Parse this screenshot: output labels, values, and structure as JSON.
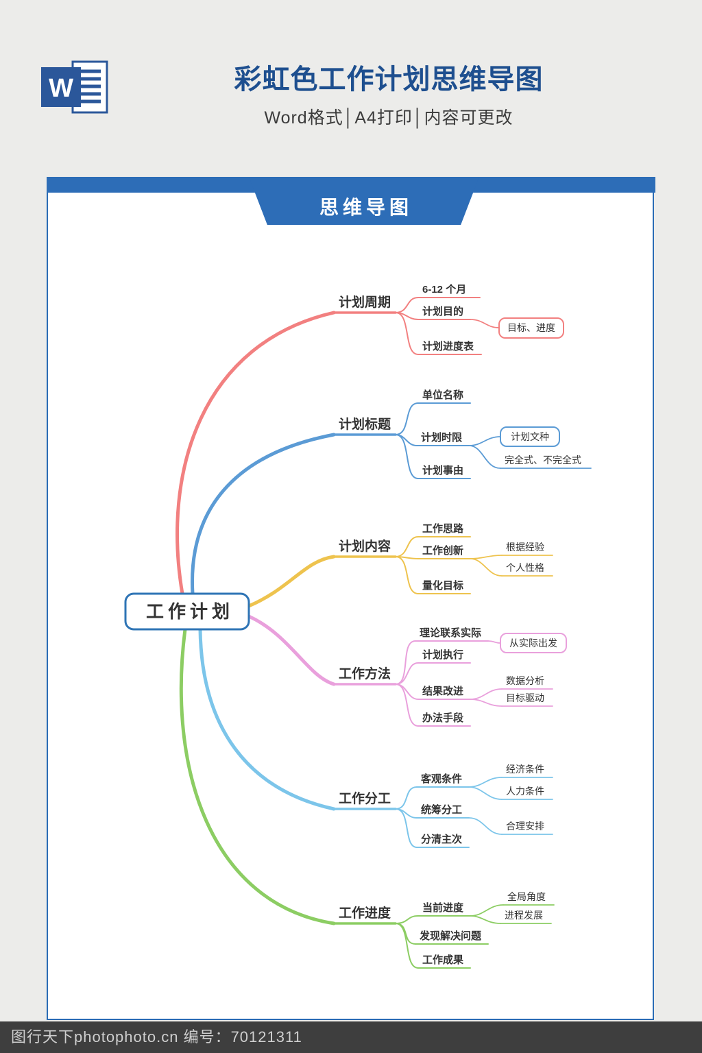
{
  "header": {
    "title": "彩虹色工作计划思维导图",
    "subtitle": "Word格式│A4打印│内容可更改",
    "logo_letter": "W"
  },
  "banner": {
    "label": "思维导图"
  },
  "mindmap": {
    "root_label": "工作计划",
    "branches": [
      {
        "label": "计划周期",
        "color": "#f28080",
        "children": [
          {
            "label": "6-12 个月"
          },
          {
            "label": "计划目的",
            "children": [
              {
                "label": "目标、进度"
              }
            ]
          },
          {
            "label": "计划进度表"
          }
        ]
      },
      {
        "label": "计划标题",
        "color": "#5b9bd5",
        "children": [
          {
            "label": "单位名称"
          },
          {
            "label": "计划时限",
            "children": [
              {
                "label": "计划文种"
              },
              {
                "label": "完全式、不完全式"
              }
            ]
          },
          {
            "label": "计划事由"
          }
        ]
      },
      {
        "label": "计划内容",
        "color": "#eec34e",
        "children": [
          {
            "label": "工作思路"
          },
          {
            "label": "工作创新",
            "children": [
              {
                "label": "根据经验"
              },
              {
                "label": "个人性格"
              }
            ]
          },
          {
            "label": "量化目标"
          }
        ]
      },
      {
        "label": "工作方法",
        "color": "#e9a0dc",
        "children": [
          {
            "label": "理论联系实际",
            "children": [
              {
                "label": "从实际出发"
              }
            ]
          },
          {
            "label": "计划执行"
          },
          {
            "label": "结果改进",
            "children": [
              {
                "label": "数据分析"
              },
              {
                "label": "目标驱动"
              }
            ]
          },
          {
            "label": "办法手段"
          }
        ]
      },
      {
        "label": "工作分工",
        "color": "#7cc5ea",
        "children": [
          {
            "label": "客观条件",
            "children": [
              {
                "label": "经济条件"
              },
              {
                "label": "人力条件"
              }
            ]
          },
          {
            "label": "统筹分工",
            "children": [
              {
                "label": "合理安排"
              }
            ]
          },
          {
            "label": "分清主次"
          }
        ]
      },
      {
        "label": "工作进度",
        "color": "#8ccd63",
        "children": [
          {
            "label": "当前进度",
            "children": [
              {
                "label": "全局角度"
              },
              {
                "label": "进程发展"
              }
            ]
          },
          {
            "label": "发现解决问题"
          },
          {
            "label": "工作成果"
          }
        ]
      }
    ]
  },
  "footer": {
    "text": "图行天下photophoto.cn 编号：70121311"
  },
  "colors": {
    "banner_blue": "#2d6db7",
    "title_blue": "#1e4f8f",
    "root_border": "#2e74b5",
    "word_logo_blue": "#2b579a",
    "branch_red": "#f28080",
    "branch_blue": "#5b9bd5",
    "branch_yellow": "#eec34e",
    "branch_pink": "#e9a0dc",
    "branch_sky": "#7cc5ea",
    "branch_green": "#8ccd63"
  }
}
